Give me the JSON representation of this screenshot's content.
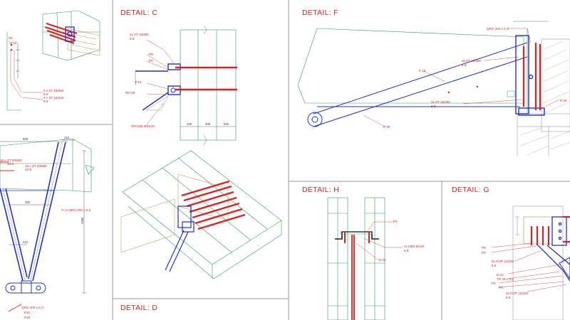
{
  "details": {
    "c": {
      "title": "DETAIL: C"
    },
    "f": {
      "title": "DETAIL: F"
    },
    "h": {
      "title": "DETAIL: H"
    },
    "g": {
      "title": "DETAIL: G"
    },
    "d": {
      "title": "DETAIL: D"
    }
  },
  "labels": {
    "tl_p8": "P8",
    "tl_p10": "P10",
    "tl_zt1": "6 x ZT 16/850",
    "tl_zt1b": "8.8",
    "tl_zt2": "4 x ZT 16/215",
    "tl_zt2b": "8.8",
    "ml_dim1": "508",
    "ml_dim2": "210",
    "ml_zt1": "16 x ZT 20/860",
    "ml_zt1b": "10.9",
    "ml_zt2": "16 x ZT 20/860",
    "ml_zt2b": "10.9",
    "ml_dim3": "329",
    "ml_qro": "P=H QRO 200 x 6.3",
    "ml_dim4": "1085",
    "ml_dim5": "312",
    "ml_qro2": "QRO 200 x 6.3",
    "ml_p10": "P10",
    "ml_p25": "P25",
    "c_zt": "2x ZT 16/850",
    "c_zt_b": "8.8",
    "c_p8a": "P8",
    "c_p8b": "P8",
    "c_p10": "P10",
    "c_r6": "RO 29",
    "c_sroub": "ŠROUB M24/40",
    "c_d1": "200",
    "c_d2": "200",
    "c_d3": "200",
    "f_qro": "QRO 200 x 6.3",
    "f_zt1": "2x ZT 20/850",
    "f_zt1b": "8.8",
    "f_zt2": "3x ZT 16/260",
    "f_zt2b": "8.8",
    "f_p15": "P 15",
    "f_p30": "P 30",
    "f_p25": "P 25",
    "h_p8": "P8",
    "h_hbs": "4x HBS 8/100",
    "h_hbs_b": "8.8",
    "h_e": "E.02",
    "g_p8": "P8",
    "g_p5": "P5",
    "g_kop1": "6x KOP 12/180",
    "g_kop1b": "8.8",
    "g_e": "E.01",
    "g_tr": "TR 48 x 3.3",
    "g_p5b": "P5",
    "g_p5c": "P5",
    "g_kop2": "6x KOP 12/180",
    "g_kop2b": "8.8"
  },
  "colors": {
    "timber": "#2aa05a",
    "steel": "#2030d0",
    "rod": "#e02020",
    "text": "#d42020",
    "frame": "#9a9a9a",
    "wood_hatch": "#b08a50"
  }
}
